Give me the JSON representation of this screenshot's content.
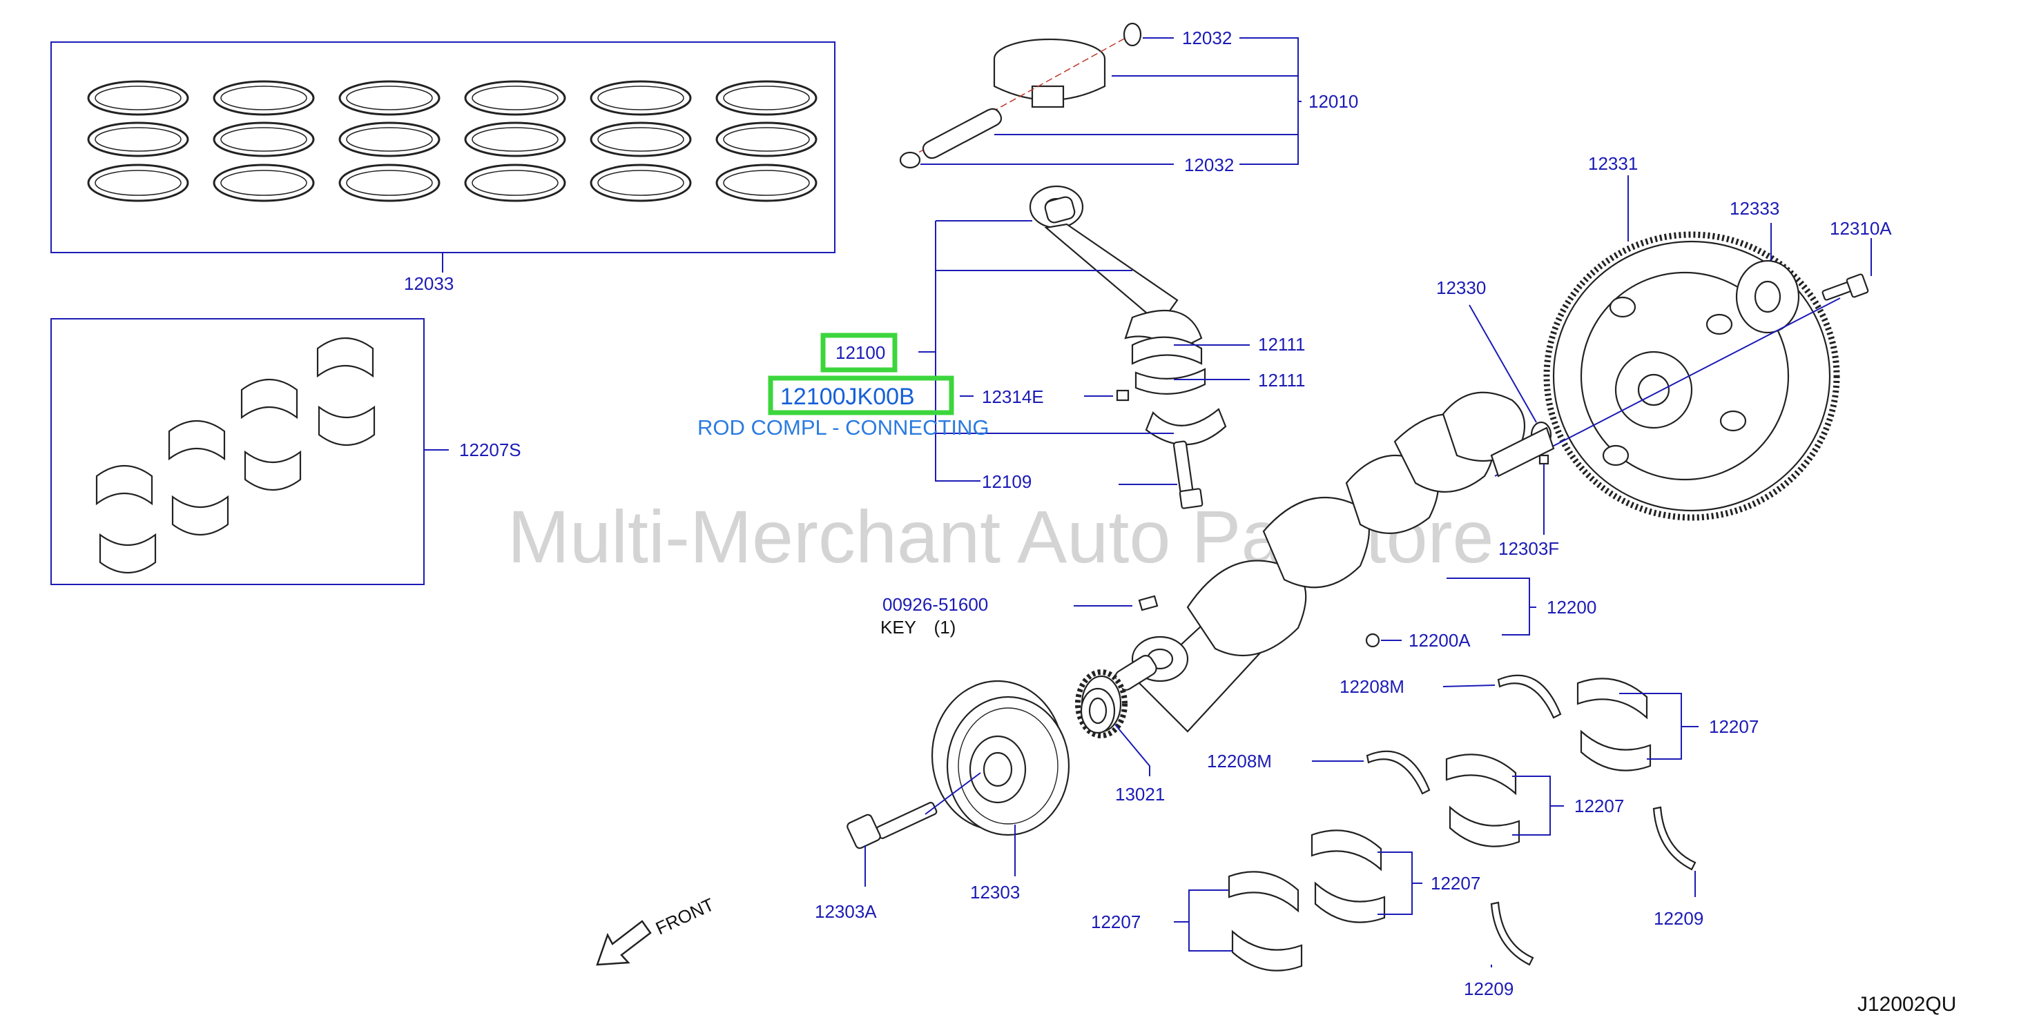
{
  "diagram": {
    "code": "J12002QU",
    "watermark": "Multi-Merchant Auto Partstore",
    "front_label": "FRONT",
    "highlight_color": "#3cd63c",
    "label_color": "#1b1bb6"
  },
  "selected_part": {
    "ref": "12100",
    "part_number": "12100JK00B",
    "description": "ROD COMPL - CONNECTING"
  },
  "callouts": {
    "c12032a": "12032",
    "c12010": "12010",
    "c12032b": "12032",
    "c12033": "12033",
    "c12207S": "12207S",
    "c12111a": "12111",
    "c12111b": "12111",
    "c12314E": "12314E",
    "c12109": "12109",
    "c12331": "12331",
    "c12333": "12333",
    "c12310A": "12310A",
    "c12330": "12330",
    "c12303F": "12303F",
    "c00926": "00926-51600",
    "key": "KEY　(1)",
    "c12200": "12200",
    "c12200A": "12200A",
    "c12208Ma": "12208M",
    "c12208Mb": "12208M",
    "c12207a": "12207",
    "c12207b": "12207",
    "c12207c": "12207",
    "c12207d": "12207",
    "c13021": "13021",
    "c12303": "12303",
    "c12303A": "12303A",
    "c12209a": "12209",
    "c12209b": "12209"
  }
}
